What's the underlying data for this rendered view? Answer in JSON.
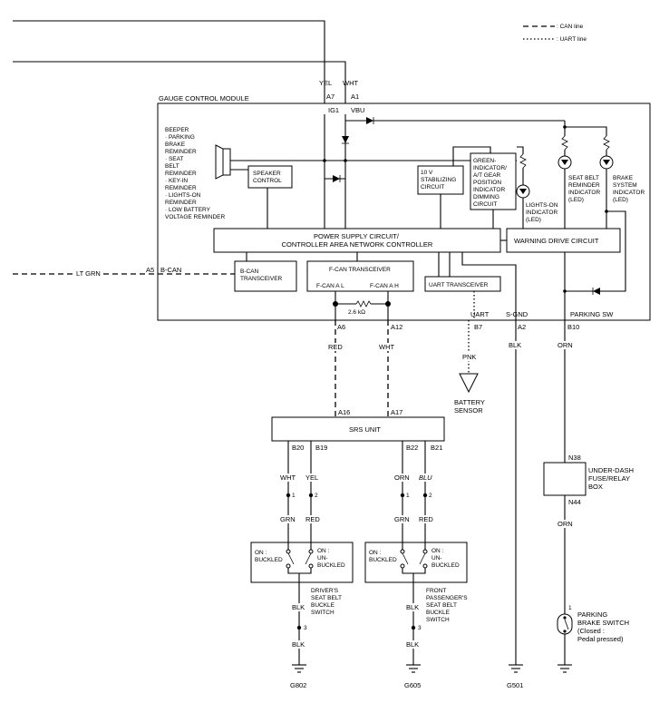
{
  "legend": {
    "can": ": CAN line",
    "uart": ": UART line"
  },
  "module": {
    "title": "GAUGE CONTROL MODULE",
    "wire_yel": "YEL",
    "wire_wht": "WHT",
    "pin_a7": "A7",
    "pin_a1": "A1",
    "ig1": "IG1",
    "vbu": "VBU",
    "beeper": [
      "BEEPER",
      "· PARKING",
      "  BRAKE",
      "  REMINDER",
      "· SEAT",
      "  BELT",
      "  REMINDER",
      "· KEY-IN",
      "  REMINDER",
      "· LIGHTS-ON",
      "  REMINDER",
      "· LOW BATTERY",
      "  VOLTAGE REMINDER"
    ],
    "speaker_control": [
      "SPEAKER",
      "CONTROL"
    ],
    "stabilizing": [
      "10 V",
      "STABILIZING",
      "CIRCUIT"
    ],
    "dimming": [
      "GREEN-",
      "INDICATOR/",
      "A/T GEAR",
      "POSITION",
      "INDICATOR",
      "DIMMING",
      "CIRCUIT"
    ],
    "lights_on_indicator": [
      "LIGHTS-ON",
      "INDICATOR",
      "(LED)"
    ],
    "seat_belt_indicator": [
      "SEAT BELT",
      "REMINDER",
      "INDICATOR",
      "(LED)"
    ],
    "brake_indicator": [
      "BRAKE",
      "SYSTEM",
      "INDICATOR",
      "(LED)"
    ],
    "power_supply": [
      "POWER SUPPLY CIRCUIT/",
      "CONTROLLER AREA NETWORK CONTROLLER"
    ],
    "warning_drive": "WARNING DRIVE CIRCUIT",
    "b_can_transceiver": [
      "B-CAN",
      "TRANSCEIVER"
    ],
    "f_can_transceiver": "F-CAN TRANSCEIVER",
    "f_can_al": "F-CAN A L",
    "f_can_ah": "F-CAN A H",
    "resistor": "2.6 kΩ",
    "uart_transceiver": "UART TRANSCEIVER",
    "pin_a5": "A5",
    "b_can": "B-CAN",
    "lt_grn": "LT GRN",
    "uart": "UART",
    "s_gnd": "S-GND",
    "parking_sw": "PARKING SW",
    "pin_a6": "A6",
    "pin_a12": "A12",
    "pin_b7": "B7",
    "pin_a2": "A2",
    "pin_b10": "B10"
  },
  "wires": {
    "red": "RED",
    "wht": "WHT",
    "pnk": "PNK",
    "blk": "BLK",
    "orn": "ORN",
    "grn": "GRN",
    "yel": "YEL",
    "blu": "BLU"
  },
  "battery_sensor": [
    "BATTERY",
    "SENSOR"
  ],
  "srs": {
    "title": "SRS UNIT",
    "pin_a16": "A16",
    "pin_a17": "A17",
    "pin_b20": "B20",
    "pin_b19": "B19",
    "pin_b22": "B22",
    "pin_b21": "B21"
  },
  "connectors": {
    "c1": "1",
    "c2": "2",
    "c3": "3"
  },
  "buckle": {
    "on_buckled": [
      "ON :",
      "BUCKLED"
    ],
    "on_unbuckled": [
      "ON :",
      "UN-",
      "BUCKLED"
    ],
    "driver": [
      "DRIVER'S",
      "SEAT BELT",
      "BUCKLE",
      "SWITCH"
    ],
    "passenger": [
      "FRONT",
      "PASSENGER'S",
      "SEAT BELT",
      "BUCKLE",
      "SWITCH"
    ]
  },
  "fuse_box": {
    "label": [
      "UNDER-DASH",
      "FUSE/RELAY",
      "BOX"
    ],
    "pin_n38": "N38",
    "pin_n44": "N44"
  },
  "parking_brake_switch": [
    "PARKING",
    "BRAKE SWITCH",
    "(Closed :",
    "Pedal pressed)"
  ],
  "grounds": {
    "g802": "G802",
    "g605": "G605",
    "g501": "G501"
  }
}
